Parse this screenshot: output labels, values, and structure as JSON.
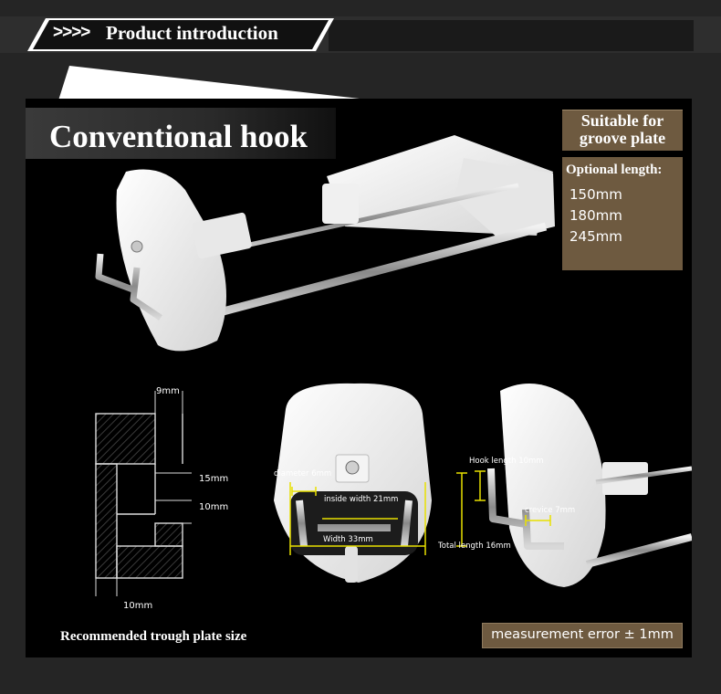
{
  "header": {
    "arrows": ">>>>",
    "title": "Product introduction"
  },
  "product": {
    "title": "Conventional hook",
    "suitable": "Suitable for groove plate",
    "optional_title": "Optional length:",
    "lengths": [
      "150mm",
      "180mm",
      "245mm"
    ]
  },
  "plate_drawing": {
    "dims": [
      "9mm",
      "15mm",
      "10mm",
      "10mm"
    ],
    "label": "Recommended trough plate size"
  },
  "front_view": {
    "labels": [
      "diameter 6mm",
      "inside width 21mm",
      "Width 33mm"
    ]
  },
  "side_view": {
    "labels": [
      "Hook length 10mm",
      "crevice 7mm",
      "Total length 16mm"
    ]
  },
  "footer": {
    "measurement_error": "measurement error ± 1mm"
  },
  "colors": {
    "page_bg": "#252525",
    "panel_bg": "#000000",
    "badge_brown": "#6e5a40",
    "dimension_yellow": "#e8e000"
  }
}
